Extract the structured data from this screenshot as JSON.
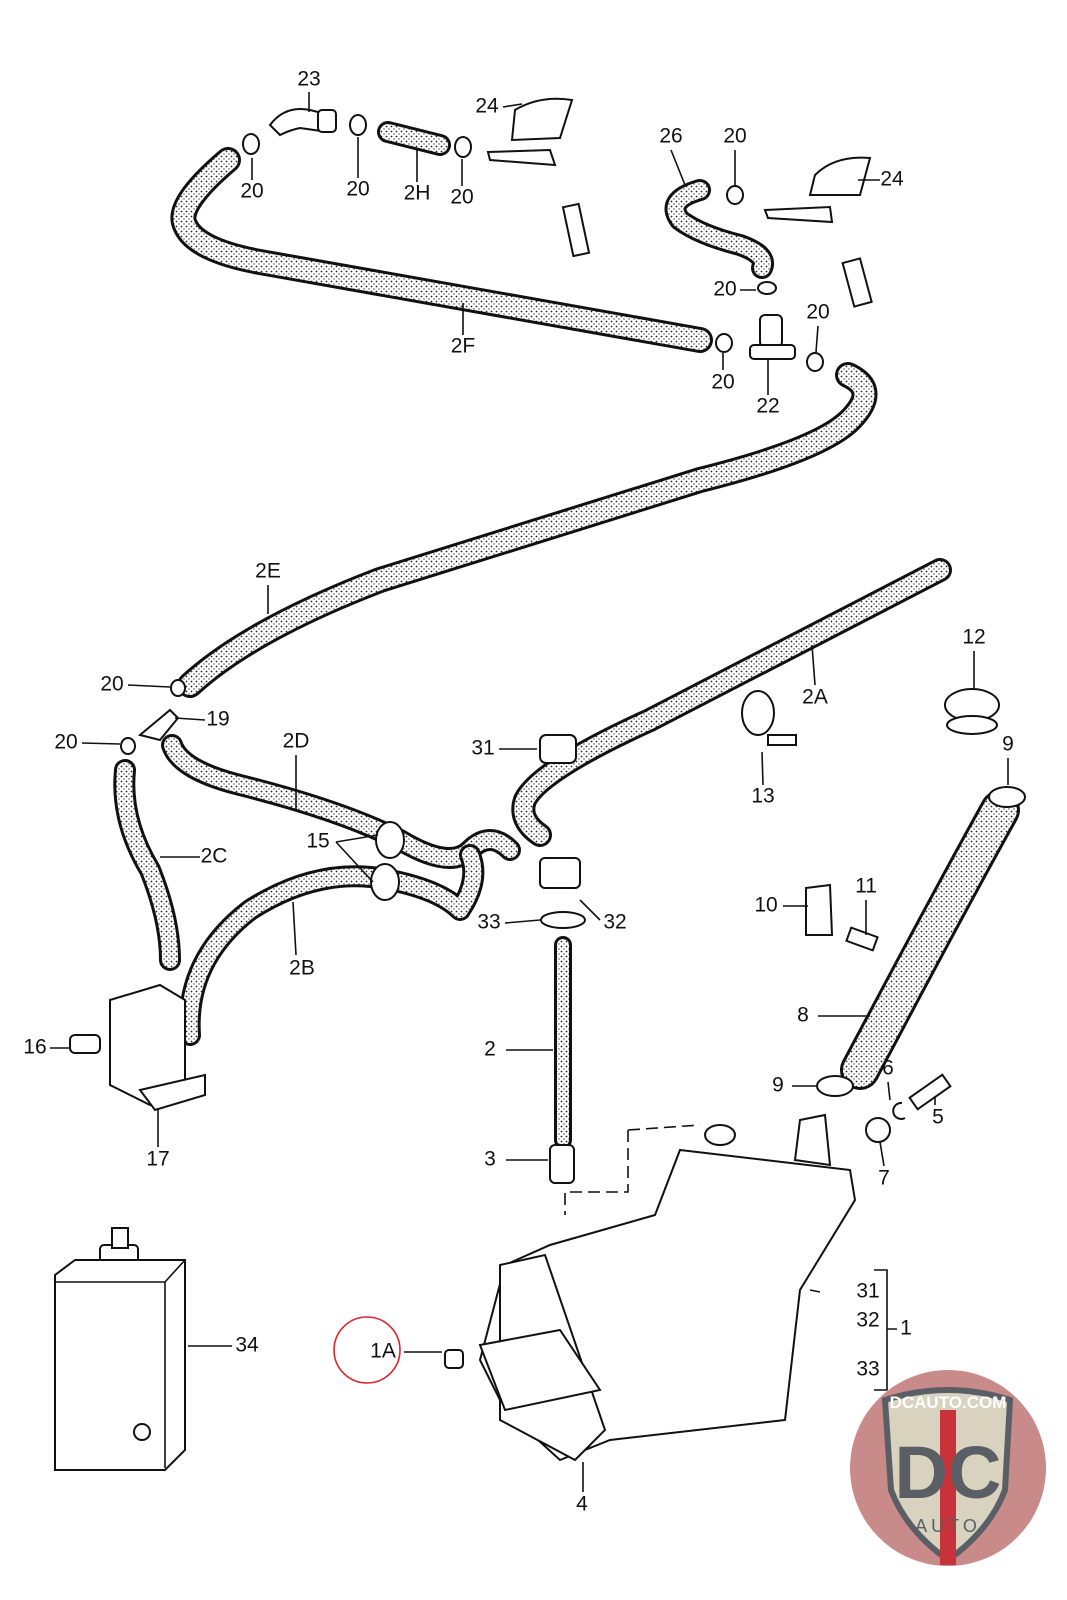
{
  "diagram": {
    "labels": [
      "23",
      "24",
      "20",
      "20",
      "2H",
      "20",
      "26",
      "20",
      "24",
      "20",
      "20",
      "2F",
      "20",
      "22",
      "2E",
      "12",
      "2A",
      "20",
      "19",
      "20",
      "2D",
      "31",
      "13",
      "9",
      "15",
      "2C",
      "33",
      "32",
      "11",
      "10",
      "2B",
      "8",
      "16",
      "2",
      "6",
      "9",
      "5",
      "17",
      "3",
      "7",
      "34",
      "1A",
      "31",
      "32",
      "33",
      "1",
      "4"
    ],
    "highlight_color": "#d9262c",
    "highlighted_label": "1A"
  },
  "watermark": {
    "top_text": "DCAUTO.COM",
    "main_text": "DC",
    "sub_text": "AUTO",
    "colors": {
      "background": "#c98a8a",
      "shield": "#d8d2bf",
      "letters": "#5a5f66",
      "stripe": "#c8323a"
    }
  }
}
